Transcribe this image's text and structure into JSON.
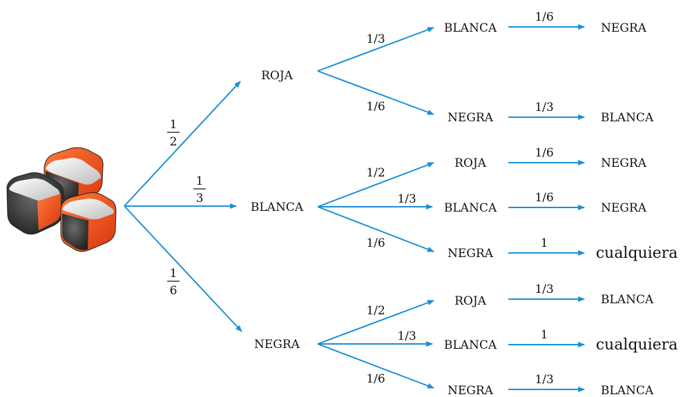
{
  "colors": {
    "arrow": "#1a8fd6",
    "text": "#111111",
    "cube_orange": "#f04a1c",
    "cube_dark": "#2e2e2e",
    "cube_light": "#e2e2e2"
  },
  "icon": "dice-cubes-icon",
  "level1": {
    "nodes": [
      "ROJA",
      "BLANCA",
      "NEGRA"
    ],
    "probs": [
      {
        "num": "1",
        "den": "2"
      },
      {
        "num": "1",
        "den": "3"
      },
      {
        "num": "1",
        "den": "6"
      }
    ]
  },
  "level2": {
    "nodes": [
      "BLANCA",
      "NEGRA",
      "ROJA",
      "BLANCA",
      "NEGRA",
      "ROJA",
      "BLANCA",
      "NEGRA"
    ],
    "probs": [
      "1/3",
      "1/6",
      "1/2",
      "1/3",
      "1/6",
      "1/2",
      "1/3",
      "1/6"
    ]
  },
  "level3": {
    "nodes": [
      "NEGRA",
      "BLANCA",
      "NEGRA",
      "NEGRA",
      "cualquiera",
      "BLANCA",
      "cualquiera",
      "BLANCA"
    ],
    "probs": [
      "1/6",
      "1/3",
      "1/6",
      "1/6",
      "1",
      "1/3",
      "1",
      "1/3"
    ]
  }
}
